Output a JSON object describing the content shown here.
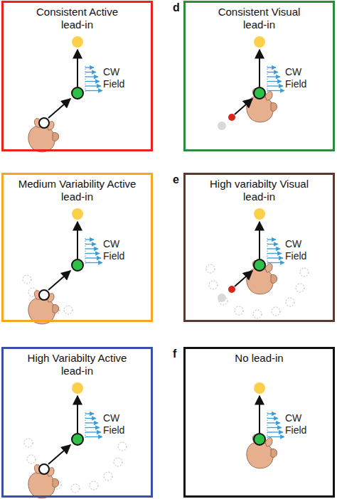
{
  "diagram": {
    "nodes": [
      {
        "text": [
          "Consistent Active lead-in"
        ]
      },
      {
        "text": [
          "d",
          "Consistent Visual lead-in"
        ]
      },
      {
        "text": [
          "Medium Variability Active lead-in"
        ]
      },
      {
        "text": [
          "e",
          "High variabilty Visual lead-in"
        ]
      },
      {
        "text": [
          "High Variabilty Active lead-in"
        ]
      },
      {
        "text": [
          "f",
          "No lead-in"
        ]
      }
    ],
    "labels": [
      "CW Field",
      "CW Field",
      "CW Field",
      "CW Field",
      "CW Field",
      "CW Field"
    ]
  }
}
